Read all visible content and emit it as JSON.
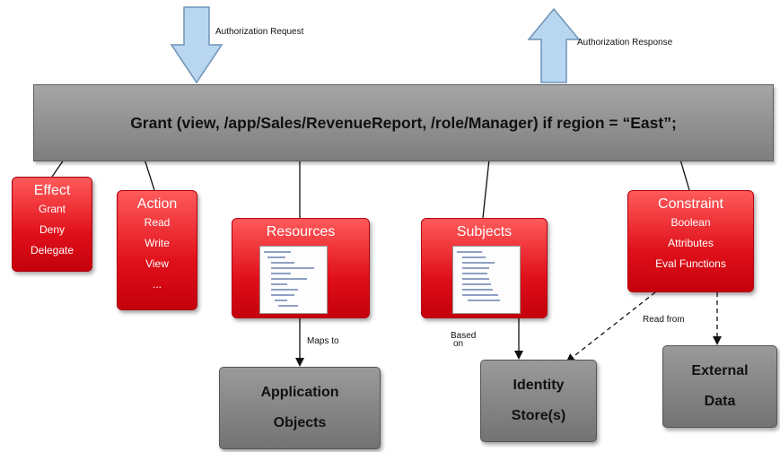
{
  "arrows": {
    "request_label": "Authorization Request",
    "response_label": "Authorization Response"
  },
  "policy": {
    "text": "Grant (view, /app/Sales/RevenueReport, /role/Manager) if region = “East”;"
  },
  "boxes": {
    "effect": {
      "title": "Effect",
      "items": [
        "Grant",
        "Deny",
        "Delegate"
      ]
    },
    "action": {
      "title": "Action",
      "items": [
        "Read",
        "Write",
        "View",
        "..."
      ]
    },
    "resources": {
      "title": "Resources"
    },
    "subjects": {
      "title": "Subjects"
    },
    "constraint": {
      "title": "Constraint",
      "items": [
        "Boolean",
        "Attributes",
        "Eval Functions"
      ]
    }
  },
  "targets": {
    "application_objects": [
      "Application",
      "Objects"
    ],
    "identity_store": [
      "Identity",
      "Store(s)"
    ],
    "external_data": [
      "External",
      "Data"
    ]
  },
  "edge_labels": {
    "maps_to": "Maps to",
    "based_on_1": "Based",
    "based_on_2": "on",
    "read_from": "Read from"
  },
  "colors": {
    "arrow_fill": "#b9d6f0",
    "arrow_stroke": "#6d93b8",
    "red_box": "#e0101a",
    "gray_box": "#8a8a8a"
  }
}
